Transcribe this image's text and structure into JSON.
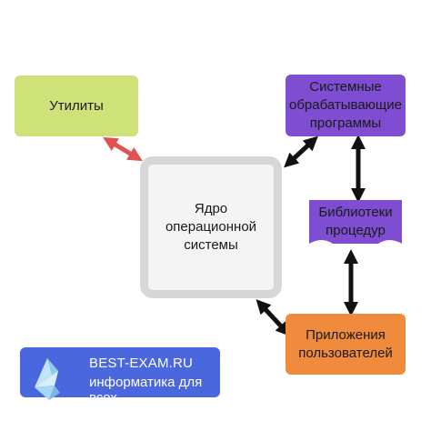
{
  "diagram": {
    "utilities": "Утилиты",
    "kernel": "Ядро\nоперационной\nсистемы",
    "system_programs": "Системные\nобрабатывающие\nпрограммы",
    "libraries": "Библиотеки\nпроцедур",
    "user_apps": "Приложения\nпользователей"
  },
  "badge": {
    "site": "BEST-EXAM.RU",
    "tagline": "информатика для всех"
  },
  "colors": {
    "utilities": "#cfe27a",
    "kernel_fill": "#f4f4f4",
    "kernel_border": "#d7d7d7",
    "system_programs": "#7e4dd2",
    "libraries": "#7e4dd2",
    "user_apps": "#f08a3c",
    "red_arrow": "#e0524f",
    "black_arrow": "#111111",
    "badge": "#4b67dd"
  }
}
